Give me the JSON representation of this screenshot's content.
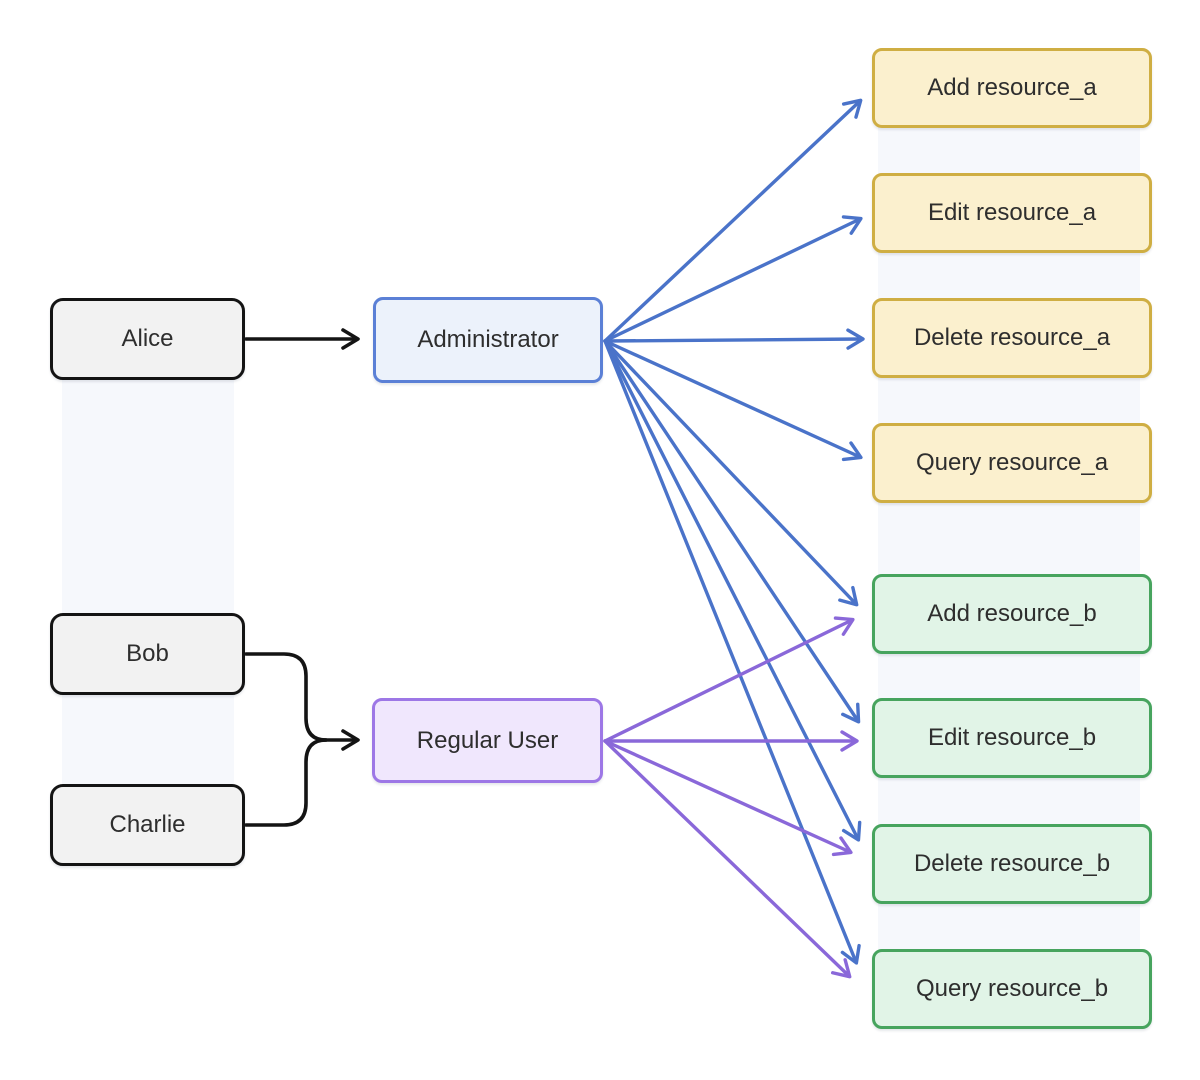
{
  "diagram": {
    "type": "flowchart-rbac",
    "background": "#ffffff",
    "users": [
      {
        "label": "Alice"
      },
      {
        "label": "Bob"
      },
      {
        "label": "Charlie"
      }
    ],
    "roles": [
      {
        "label": "Administrator"
      },
      {
        "label": "Regular User"
      }
    ],
    "permissions_resource_a": [
      {
        "label": "Add resource_a"
      },
      {
        "label": "Edit resource_a"
      },
      {
        "label": "Delete resource_a"
      },
      {
        "label": "Query resource_a"
      }
    ],
    "permissions_resource_b": [
      {
        "label": "Add resource_b"
      },
      {
        "label": "Edit resource_b"
      },
      {
        "label": "Delete resource_b"
      },
      {
        "label": "Query resource_b"
      }
    ],
    "colors": {
      "user_fill": "#f2f2f2",
      "user_border": "#141414",
      "administrator_fill": "#ecf2fb",
      "administrator_border": "#5b80d6",
      "regular_user_fill": "#f0e7fd",
      "regular_user_border": "#9d77e6",
      "resource_a_fill": "#fbf0ce",
      "resource_a_border": "#cfae43",
      "resource_b_fill": "#e1f4e7",
      "resource_b_border": "#47a45e",
      "edge_user_to_role": "#141414",
      "edge_administrator": "#4a73c9",
      "edge_regular_user": "#8a68d9",
      "lane_band": "#f6f8fc",
      "text": "#2e2e2e"
    },
    "edges": [
      {
        "from": "Alice",
        "to": "Administrator",
        "color": "#141414"
      },
      {
        "from": "Bob",
        "to": "Regular User",
        "color": "#141414"
      },
      {
        "from": "Charlie",
        "to": "Regular User",
        "color": "#141414"
      },
      {
        "from": "Administrator",
        "to": "Add resource_a",
        "color": "#4a73c9"
      },
      {
        "from": "Administrator",
        "to": "Edit resource_a",
        "color": "#4a73c9"
      },
      {
        "from": "Administrator",
        "to": "Delete resource_a",
        "color": "#4a73c9"
      },
      {
        "from": "Administrator",
        "to": "Query resource_a",
        "color": "#4a73c9"
      },
      {
        "from": "Administrator",
        "to": "Add resource_b",
        "color": "#4a73c9"
      },
      {
        "from": "Administrator",
        "to": "Edit resource_b",
        "color": "#4a73c9"
      },
      {
        "from": "Administrator",
        "to": "Delete resource_b",
        "color": "#4a73c9"
      },
      {
        "from": "Administrator",
        "to": "Query resource_b",
        "color": "#4a73c9"
      },
      {
        "from": "Regular User",
        "to": "Add resource_b",
        "color": "#8a68d9"
      },
      {
        "from": "Regular User",
        "to": "Edit resource_b",
        "color": "#8a68d9"
      },
      {
        "from": "Regular User",
        "to": "Delete resource_b",
        "color": "#8a68d9"
      },
      {
        "from": "Regular User",
        "to": "Query resource_b",
        "color": "#8a68d9"
      }
    ]
  }
}
